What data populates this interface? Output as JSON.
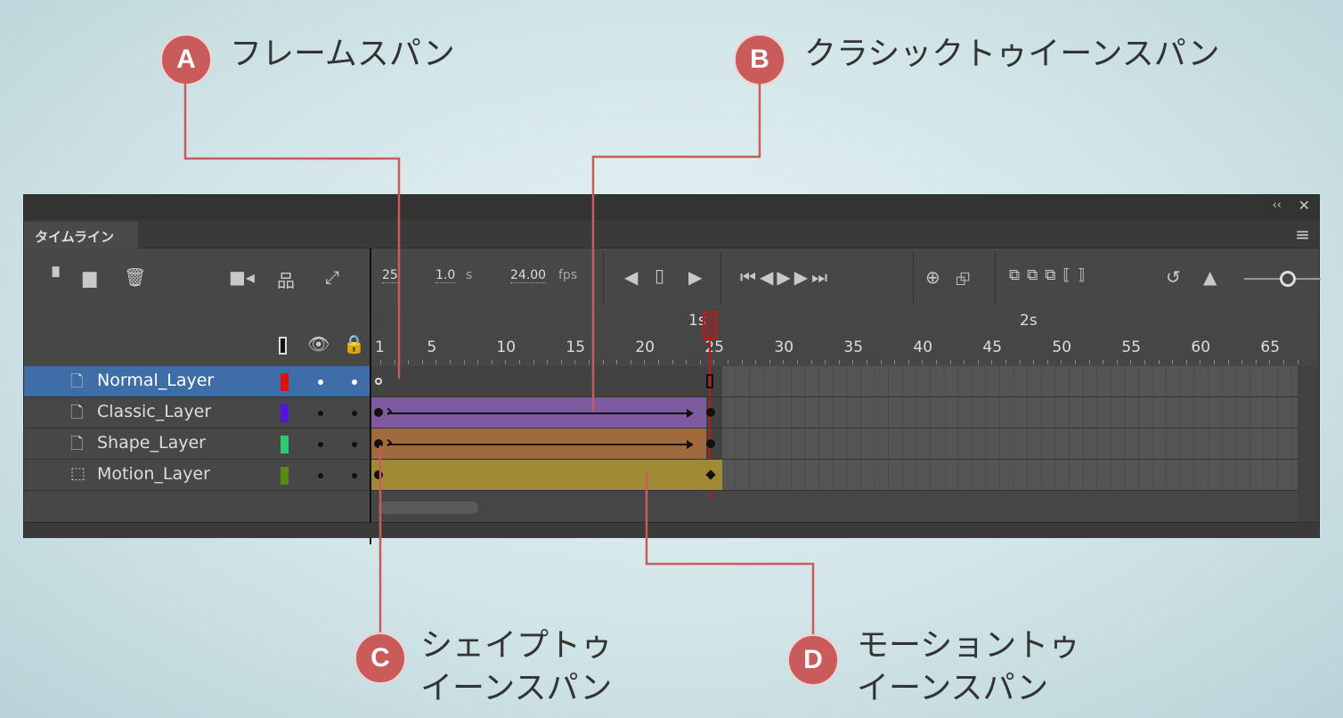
{
  "callouts": {
    "a": {
      "letter": "A",
      "text": "フレームスパン"
    },
    "b": {
      "letter": "B",
      "text": "クラシックトゥイーンスパン"
    },
    "c": {
      "letter": "C",
      "line1": "シェイプトゥ",
      "line2": "イーンスパン"
    },
    "d": {
      "letter": "D",
      "line1": "モーショントゥ",
      "line2": "イーンスパン"
    }
  },
  "panel": {
    "tab": "タイムライン",
    "current_frame": "25",
    "elapsed": "1.0",
    "elapsed_unit": "s",
    "fps": "24.00",
    "fps_unit": "fps",
    "time_1": "1s",
    "time_2": "2s",
    "frame_labels": [
      "1",
      "5",
      "10",
      "15",
      "20",
      "25",
      "30",
      "35",
      "40",
      "45",
      "50",
      "55",
      "60",
      "65"
    ],
    "layers": [
      {
        "name": "Normal_Layer",
        "color": "#e01010",
        "selected": true,
        "span": "frame"
      },
      {
        "name": "Classic_Layer",
        "color": "#5a10e0",
        "span": "classic",
        "fill": "#7e5aa0"
      },
      {
        "name": "Shape_Layer",
        "color": "#2ecc71",
        "span": "shape",
        "fill": "#a06a3c"
      },
      {
        "name": "Motion_Layer",
        "color": "#5a8a10",
        "span": "motion",
        "fill": "#a08a34"
      }
    ]
  },
  "colors": {
    "callout": "#c95b5b",
    "playhead": "#c01818"
  }
}
